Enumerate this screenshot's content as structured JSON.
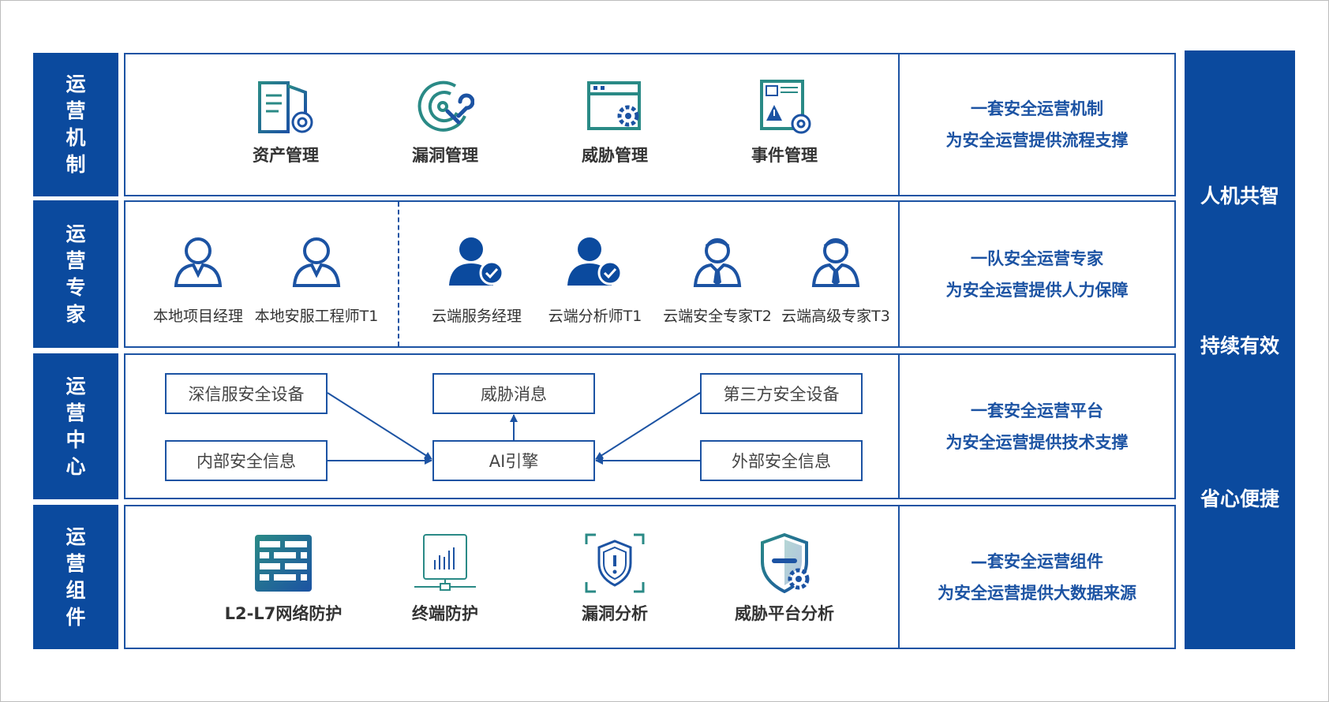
{
  "rows": [
    {
      "label": "运营机制",
      "items": [
        "资产管理",
        "漏洞管理",
        "威胁管理",
        "事件管理"
      ],
      "summary": [
        "一套安全运营机制",
        "为安全运营提供流程支撑"
      ]
    },
    {
      "label": "运营专家",
      "local_experts": [
        "本地项目经理",
        "本地安服工程师T1"
      ],
      "cloud_experts": [
        "云端服务经理",
        "云端分析师T1",
        "云端安全专家T2",
        "云端高级专家T3"
      ],
      "summary": [
        "一队安全运营专家",
        "为安全运营提供人力保障"
      ]
    },
    {
      "label": "运营中心",
      "boxes": {
        "sangfor_devices": "深信服安全设备",
        "internal_info": "内部安全信息",
        "threat_intel": "威胁消息",
        "ai_engine": "AI引擎",
        "third_party_devices": "第三方安全设备",
        "external_info": "外部安全信息"
      },
      "summary": [
        "一套安全运营平台",
        "为安全运营提供技术支撑"
      ]
    },
    {
      "label": "运营组件",
      "items": [
        "L2-L7网络防护",
        "终端防护",
        "漏洞分析",
        "威胁平台分析"
      ],
      "summary": [
        "—套安全运营组件",
        "为安全运营提供大数据来源"
      ]
    }
  ],
  "right_column": [
    "人机共智",
    "持续有效",
    "省心便捷"
  ],
  "colors": {
    "primary": "#0b4a9e",
    "line": "#1c53a3",
    "teal": "#2a8a86"
  },
  "icons": [
    "asset-doc-gear-icon",
    "vuln-radar-wrench-icon",
    "threat-window-gear-icon",
    "event-doc-warning-icon",
    "person-outline-icon",
    "person-check-icon",
    "person-tie-icon",
    "firewall-brick-icon",
    "endpoint-chart-icon",
    "shield-alert-scan-icon",
    "shield-gear-icon"
  ]
}
